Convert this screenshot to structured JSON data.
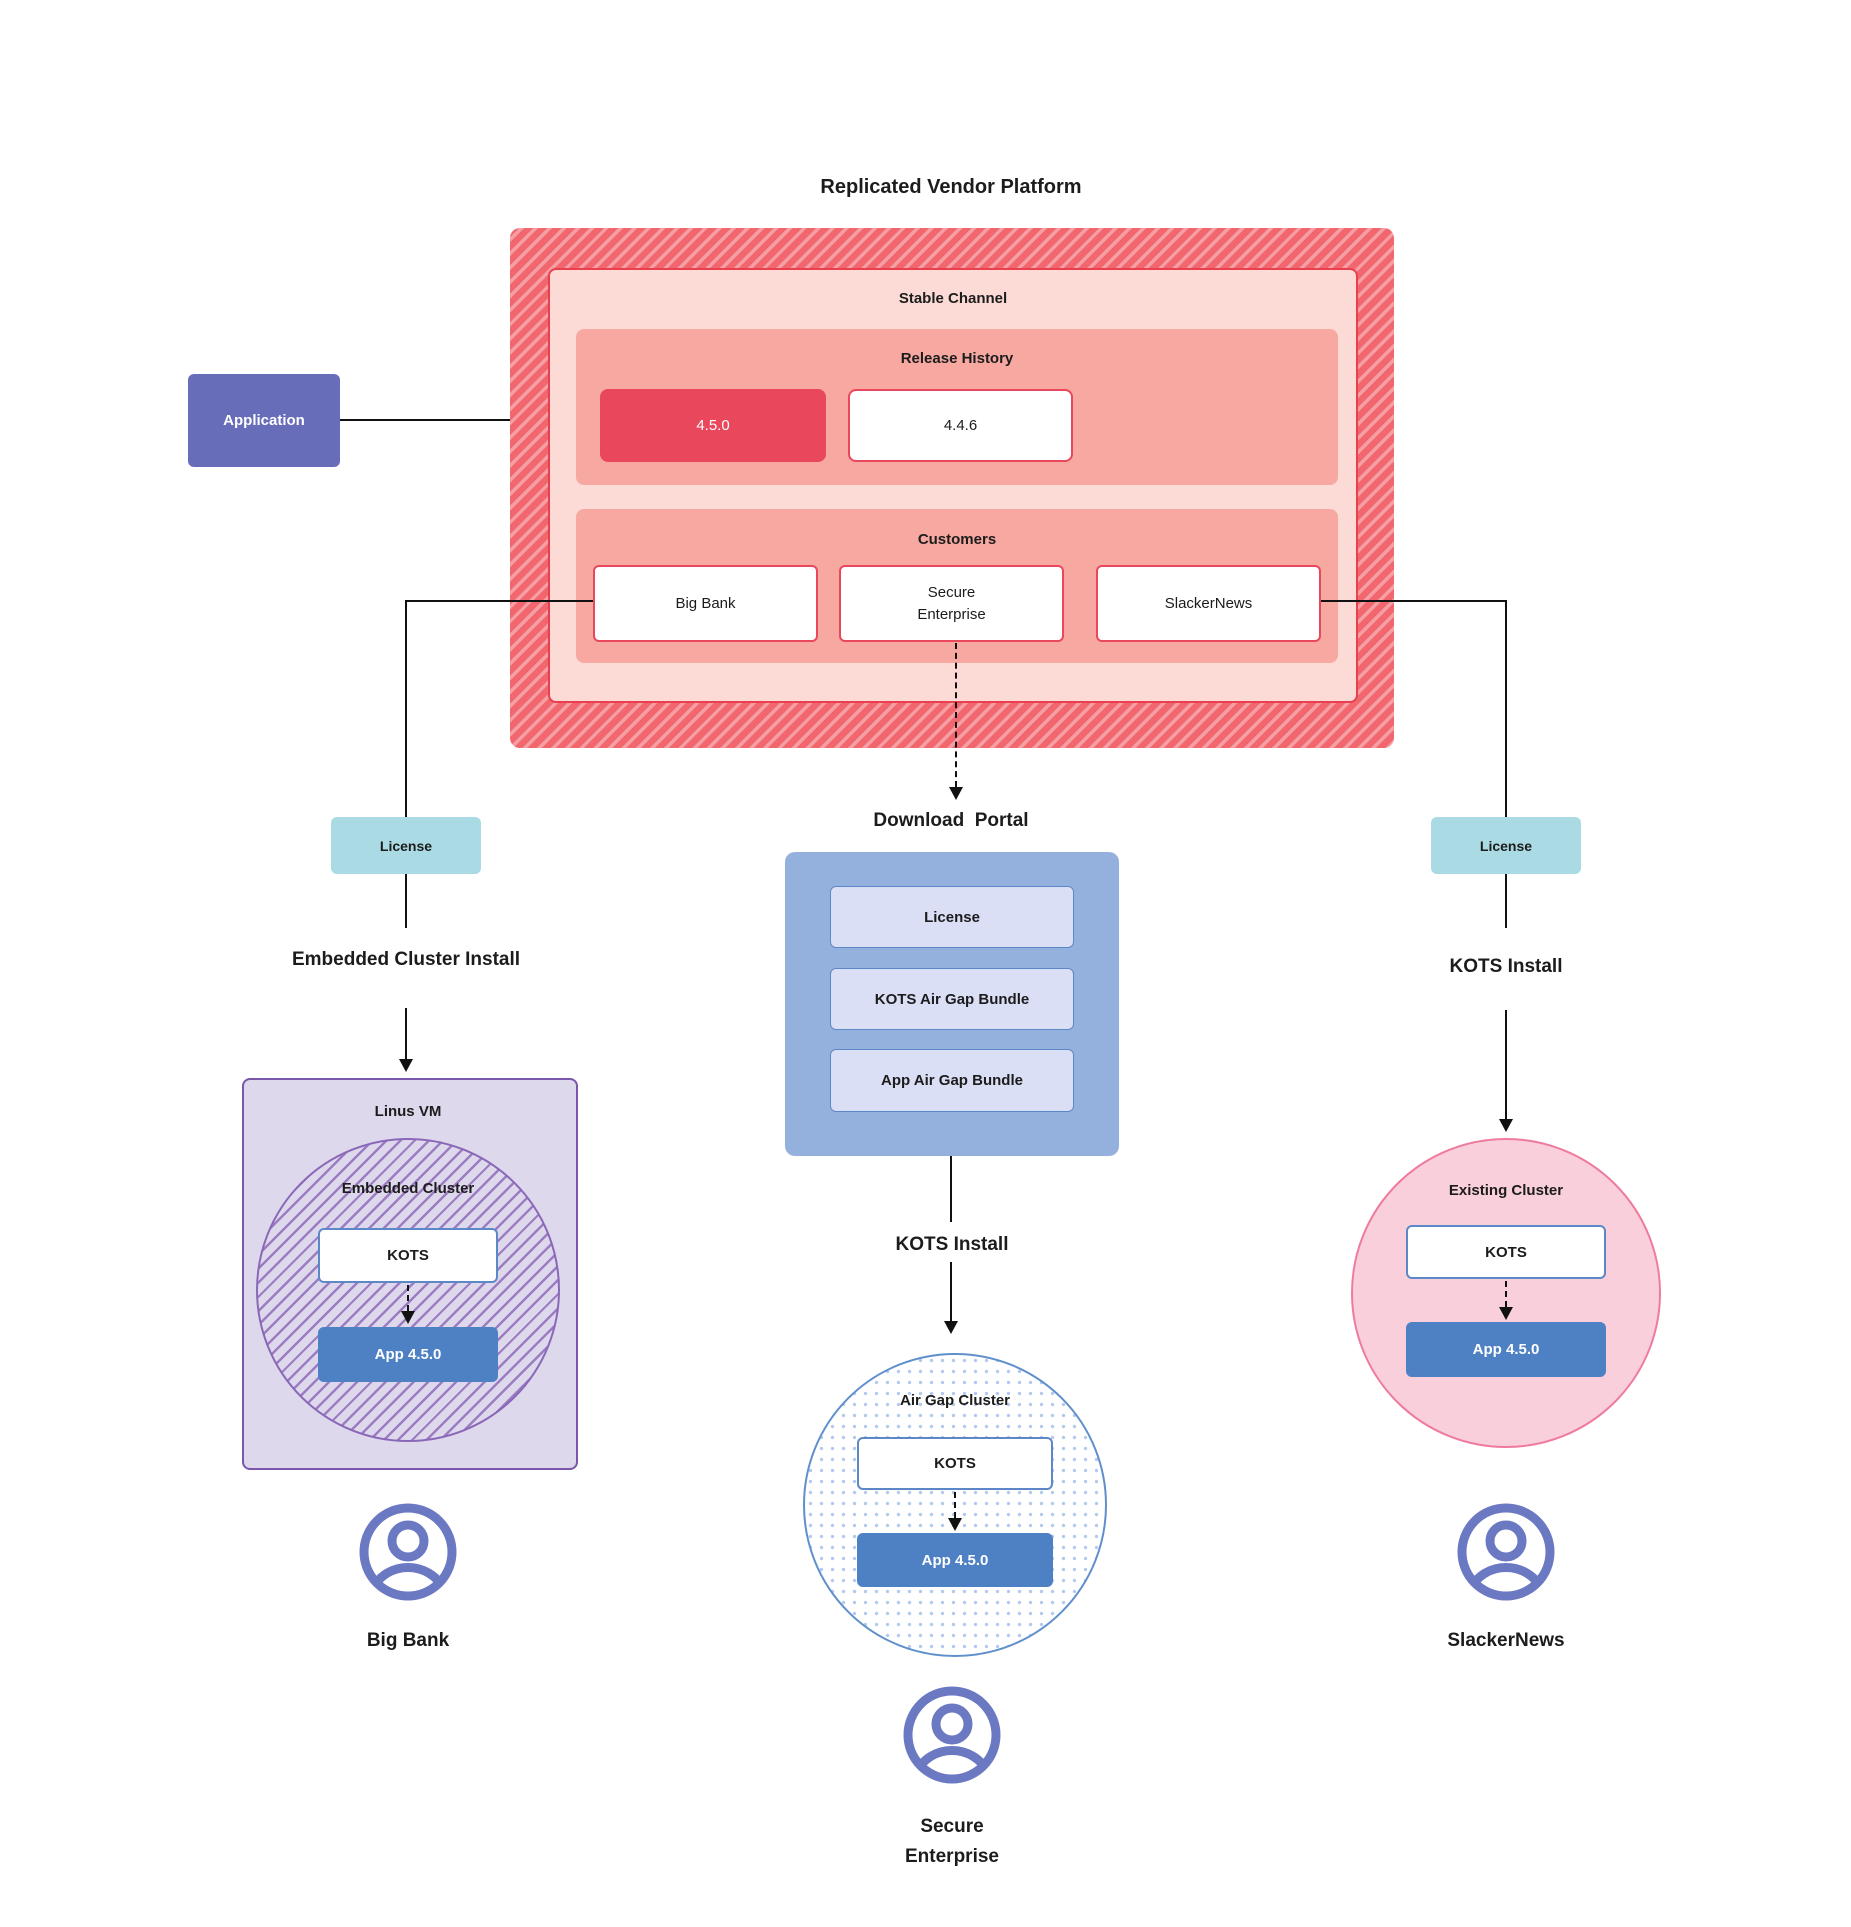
{
  "title": "Replicated Vendor Platform",
  "application": {
    "label": "Application"
  },
  "platform": {
    "stable_channel_label": "Stable Channel",
    "release_history": {
      "label": "Release History",
      "releases": [
        {
          "version": "4.5.0"
        },
        {
          "version": "4.4.6"
        }
      ]
    },
    "customers": {
      "label": "Customers",
      "items": [
        {
          "name": "Big Bank"
        },
        {
          "name": "Secure Enterprise"
        },
        {
          "name": "SlackerNews"
        }
      ]
    }
  },
  "download_portal": {
    "title": "Download  Portal",
    "items": [
      {
        "label": "License"
      },
      {
        "label": "KOTS Air Gap Bundle"
      },
      {
        "label": "App Air Gap Bundle"
      }
    ]
  },
  "big_bank_flow": {
    "license_label": "License",
    "install_label": "Embedded Cluster Install",
    "vm_label": "Linus VM",
    "cluster_label": "Embedded Cluster",
    "kots_label": "KOTS",
    "app_label": "App 4.5.0",
    "user_label": "Big Bank"
  },
  "secure_enterprise_flow": {
    "install_label": "KOTS Install",
    "cluster_label": "Air Gap Cluster",
    "kots_label": "KOTS",
    "app_label": "App 4.5.0",
    "user_label": "Secure Enterprise"
  },
  "slackernews_flow": {
    "license_label": "License",
    "install_label": "KOTS Install",
    "cluster_label": "Existing Cluster",
    "kots_label": "KOTS",
    "app_label": "App 4.5.0",
    "user_label": "SlackerNews"
  },
  "colors": {
    "stripe_red": "#f2666e",
    "stripe_light": "#f59fa5",
    "channel_fill": "#fcdad6",
    "channel_border": "#e8404e",
    "section_fill": "#f6a8a1",
    "release_highlight": "#e9485c",
    "application_purple": "#686dba",
    "license_cyan": "#aadbe4",
    "portal_blue": "#94b0dd",
    "portal_item_fill": "#dbdff5",
    "portal_item_border": "#5d88c8",
    "app_blue": "#4e80c4",
    "vm_fill": "#ded8ed",
    "vm_border": "#7a57ab",
    "hatch_purple": "#9c7dc1",
    "pink_fill": "#f9cfdb",
    "pink_border": "#ee7b9d",
    "dot_blue": "#b3c9ee",
    "dot_circle_border": "#6090cc",
    "user_icon_purple": "#6b79c3"
  }
}
